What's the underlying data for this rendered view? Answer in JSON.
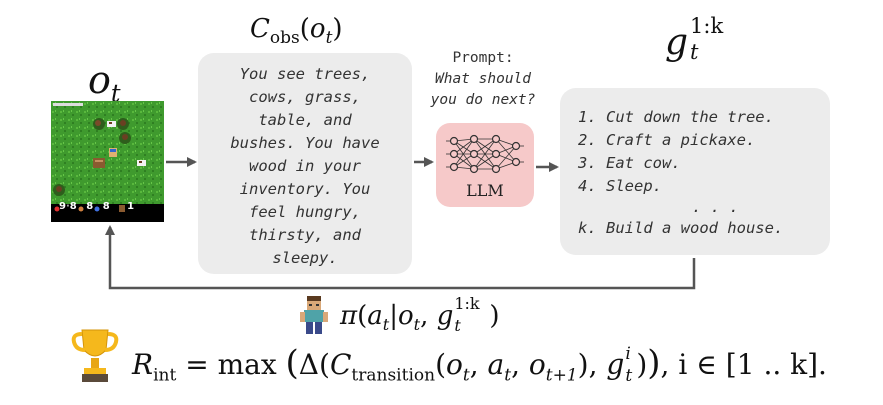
{
  "observation_symbol": "o",
  "observation_sub": "t",
  "caption_header": {
    "func": "C",
    "func_sub": "obs",
    "arg": "o",
    "arg_sub": "t"
  },
  "caption_text": "You see trees,\ncows, grass,\ntable, and\nbushes. You have\nwood in your\ninventory. You\nfeel hungry,\nthirsty, and\nsleepy.",
  "prompt": {
    "title": "Prompt:",
    "question_line1": "What should",
    "question_line2": "you do next?"
  },
  "llm_label": "LLM",
  "goals_header": {
    "sym": "g",
    "sub": "t",
    "sup": "1:k"
  },
  "goals": [
    "1. Cut down the tree.",
    "2. Craft a pickaxe.",
    "3. Eat cow.",
    "4. Sleep.",
    ". . .",
    "k. Build a wood house."
  ],
  "policy": {
    "pi": "π",
    "a": "a",
    "a_sub": "t",
    "o": "o",
    "o_sub": "t",
    "g": "g",
    "g_sub": "t",
    "g_sup": "1:k"
  },
  "reward": {
    "R": "R",
    "R_sub": "int",
    "eq": "= max",
    "delta": "Δ",
    "C": "C",
    "C_sub": "transition",
    "args": "o",
    "o_sub": "t",
    "a": "a",
    "a_sub": "t",
    "o2": "o",
    "o2_sub": "t+1",
    "g": "g",
    "g_sub": "t",
    "g_sup": "i",
    "tail": ", i ∈ [1 .. k]."
  },
  "game_hud": {
    "health": "9",
    "food": "8",
    "drink": "8",
    "energy": "8",
    "wood": "1"
  },
  "colors": {
    "box_gray": "#ececec",
    "llm_pink": "#f6c9c9",
    "arrow": "#555555",
    "grass": "#3f9a2e"
  }
}
